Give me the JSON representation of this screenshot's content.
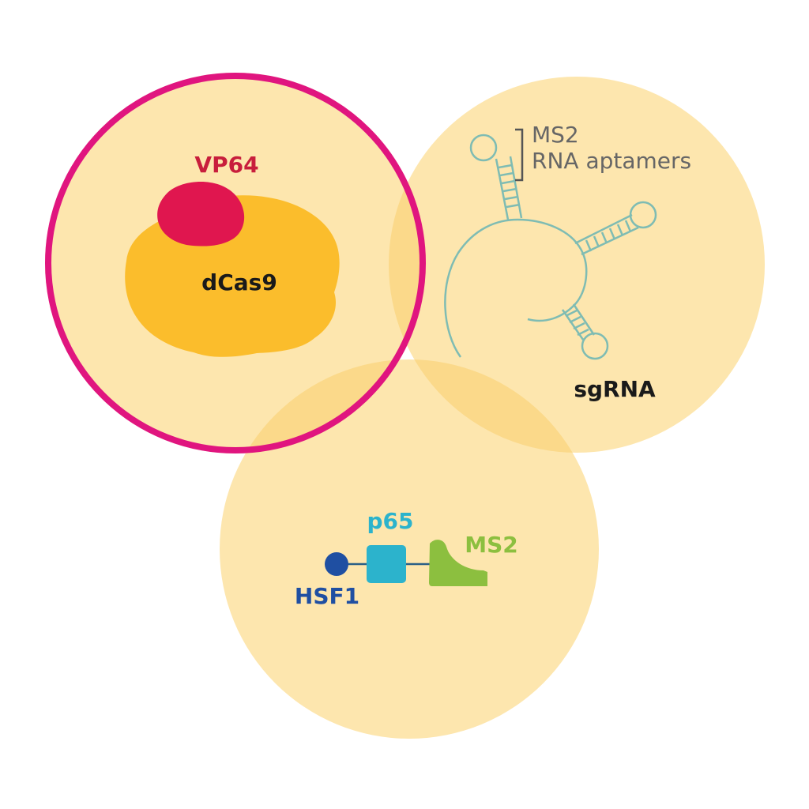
{
  "colors": {
    "background": "#ffffff",
    "circle_fill": "#fde6ae",
    "overlap_fill": "#fbd98a",
    "ring": "#e0157f",
    "dcas9": "#fbbd2c",
    "vp64": "#e0164f",
    "vp64_label": "#c81e3c",
    "rna_line": "#7fbcb3",
    "hsf1": "#1f4fa2",
    "p65": "#2cb3cc",
    "ms2": "#8cbf3f",
    "dark_text": "#1a1a1a",
    "gray_text": "#666666"
  },
  "icons": [
    "dcas9-blob",
    "vp64-blob",
    "sgrna-hairpins",
    "hsf1-circle",
    "p65-square",
    "ms2-shape"
  ],
  "labels": {
    "vp64": "VP64",
    "dcas9": "dCas9",
    "ms2_aptamers_line1": "MS2",
    "ms2_aptamers_line2": "RNA aptamers",
    "sgrna": "sgRNA",
    "p65": "p65",
    "ms2": "MS2",
    "hsf1": "HSF1"
  }
}
